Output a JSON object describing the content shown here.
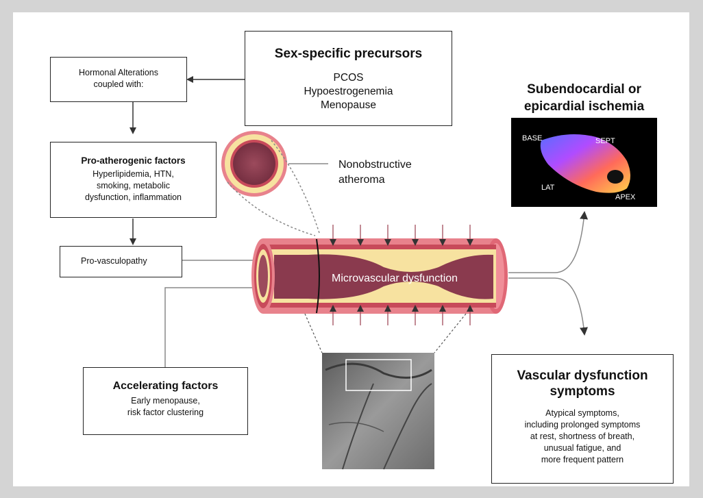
{
  "hormonal_box": {
    "line1": "Hormonal Alterations",
    "line2": "coupled with:"
  },
  "sex_specific": {
    "title": "Sex-specific precursors",
    "items": [
      "PCOS",
      "Hypoestrogenemia",
      "Menopause"
    ]
  },
  "pro_atherogenic": {
    "title": "Pro-atherogenic factors",
    "lines": [
      "Hyperlipidemia, HTN,",
      "smoking, metabolic",
      "dysfunction, inflammation"
    ]
  },
  "pro_vasculopathy": {
    "label": "Pro-vasculopathy"
  },
  "accelerating": {
    "title": "Accelerating factors",
    "lines": [
      "Early menopause,",
      "risk factor clustering"
    ]
  },
  "nonobstructive": {
    "line1": "Nonobstructive",
    "line2": "atheroma"
  },
  "vessel": {
    "label": "Microvascular dysfunction"
  },
  "ischemia": {
    "title_line1": "Subendocardial or",
    "title_line2": "epicardial ischemia",
    "labels": {
      "base": "BASE",
      "sept": "SEPT",
      "lat": "LAT",
      "apex": "APEX"
    }
  },
  "vascular_symptoms": {
    "title_line1": "Vascular dysfunction",
    "title_line2": "symptoms",
    "lines": [
      "Atypical symptoms,",
      "including prolonged symptoms",
      "at rest, shortness of breath,",
      "unusual fatigue, and",
      "more frequent pattern"
    ]
  },
  "colors": {
    "vessel_outer": "#e8828c",
    "vessel_wall": "#c84a5a",
    "plaque": "#f7e2a0",
    "lumen": "#8a3a4e",
    "arrow": "#888888"
  }
}
